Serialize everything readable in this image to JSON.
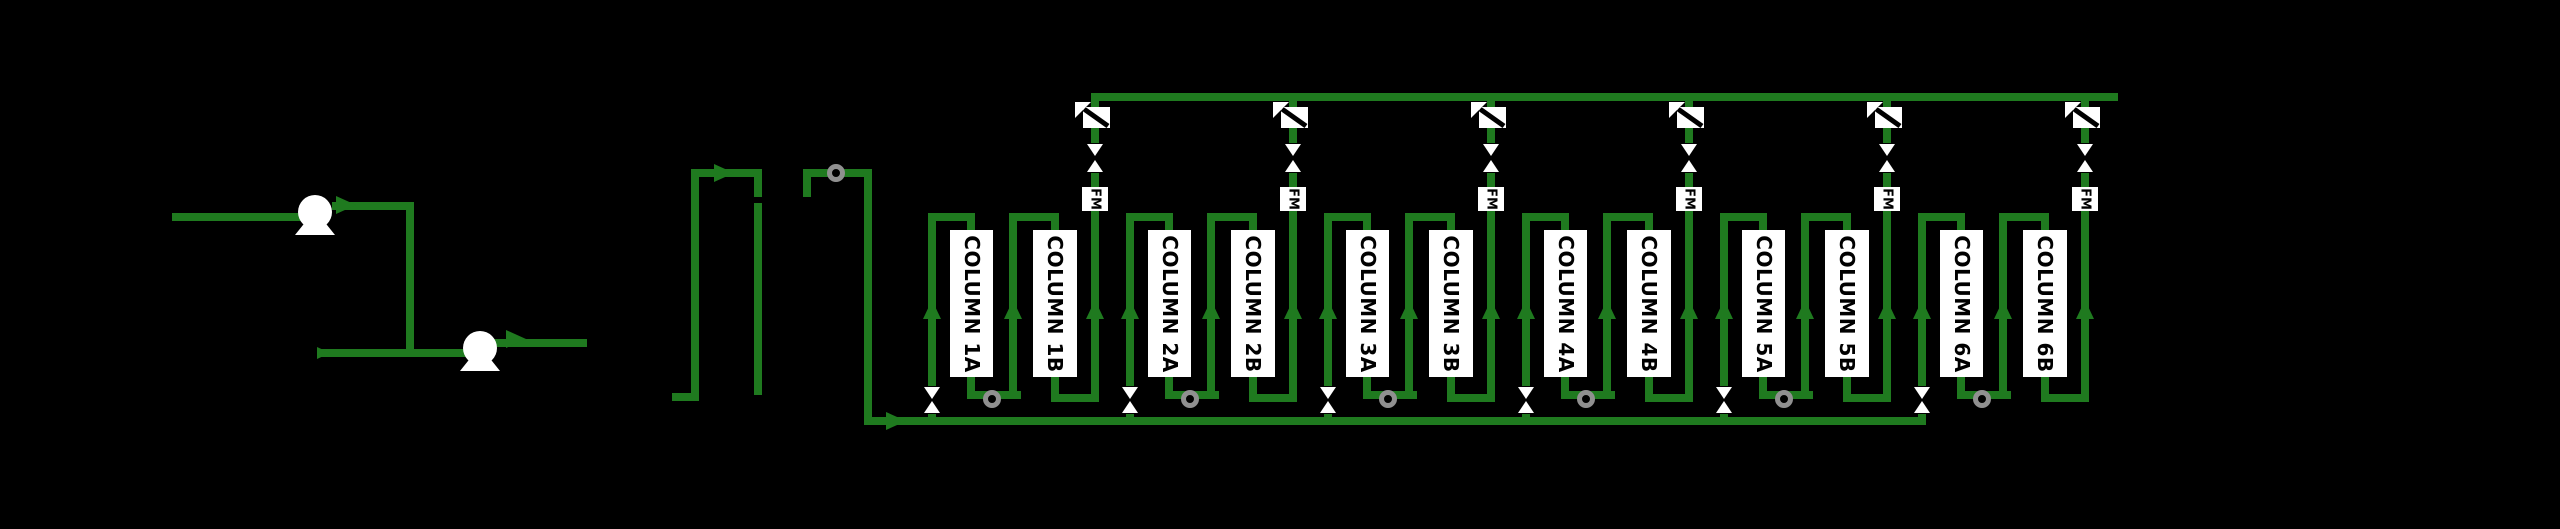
{
  "diagram": {
    "background_color": "#000000",
    "line_color": "#1f7a1f",
    "sensor_color": "#909090",
    "vessel_fill": "#ffffff",
    "label_color": "#000000",
    "flow_meter_label": "FM",
    "columns": [
      {
        "label": "COLUMN 1A"
      },
      {
        "label": "COLUMN 1B"
      },
      {
        "label": "COLUMN 2A"
      },
      {
        "label": "COLUMN 2B"
      },
      {
        "label": "COLUMN 3A"
      },
      {
        "label": "COLUMN 3B"
      },
      {
        "label": "COLUMN 4A"
      },
      {
        "label": "COLUMN 4B"
      },
      {
        "label": "COLUMN 5A"
      },
      {
        "label": "COLUMN 5B"
      },
      {
        "label": "COLUMN 6A"
      },
      {
        "label": "COLUMN 6B"
      }
    ],
    "icons": {
      "pump": "pump-icon",
      "block_valve": "valve-icon",
      "control_valve": "control-valve-icon",
      "flow_meter": "flow-meter-box",
      "sensor": "sensor-circle-icon",
      "flow_arrow": "flow-arrow-icon"
    }
  }
}
